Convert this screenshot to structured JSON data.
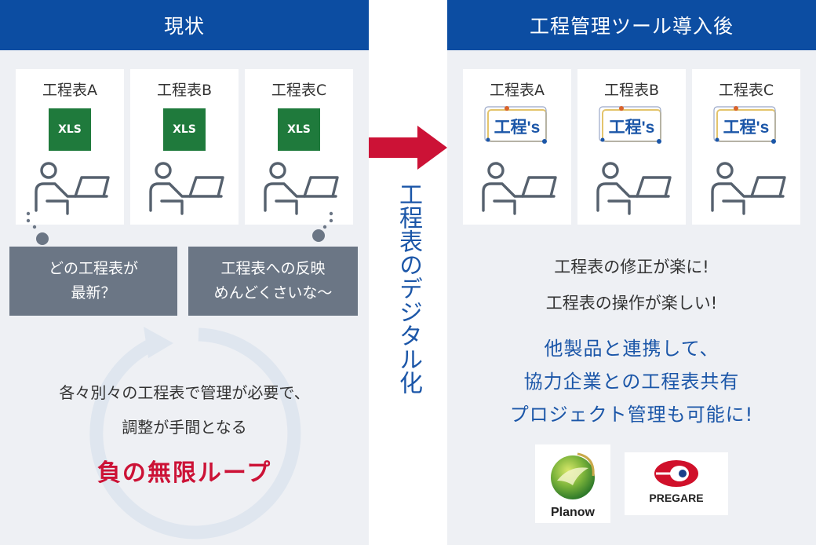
{
  "colors": {
    "header_bg": "#0c4da2",
    "arrow": "#cc1236",
    "excel_green": "#1f7a3c",
    "loop_ring": "#dfe6ef",
    "highlight_blue": "#1b56a8"
  },
  "left": {
    "title": "現状",
    "cards": [
      {
        "title": "工程表A",
        "badge": "XLS",
        "icon": "person-at-desk-icon"
      },
      {
        "title": "工程表B",
        "badge": "XLS",
        "icon": "person-at-desk-icon"
      },
      {
        "title": "工程表C",
        "badge": "XLS",
        "icon": "person-at-desk-icon"
      }
    ],
    "bubbles": [
      {
        "line1": "どの工程表が",
        "line2": "最新？"
      },
      {
        "line1": "工程表への反映",
        "line2": "めんどくさいな〜"
      }
    ],
    "loop_line1": "各々別々の工程表で管理が必要で、",
    "loop_line2": "調整が手間となる",
    "loop_highlight": "負の無限ループ",
    "loop_icon": "cycle-arrow-icon"
  },
  "center": {
    "label": "工程表のデジタル化",
    "icon": "right-arrow-icon"
  },
  "right": {
    "title": "工程管理ツール導入後",
    "cards": [
      {
        "title": "工程表A",
        "logo": "工程's",
        "icon": "person-at-desk-icon"
      },
      {
        "title": "工程表B",
        "logo": "工程's",
        "icon": "person-at-desk-icon"
      },
      {
        "title": "工程表C",
        "logo": "工程's",
        "icon": "person-at-desk-icon"
      }
    ],
    "benefit1": "工程表の修正が楽に!",
    "benefit2": "工程表の操作が楽しい!",
    "highlight1": "他製品と連携して、",
    "highlight2": "協力企業との工程表共有",
    "highlight3": "プロジェクト管理も可能に!",
    "partners": [
      {
        "name": "Planow",
        "icon": "planow-logo-icon"
      },
      {
        "name": "PREGARE",
        "icon": "pregare-logo-icon"
      }
    ]
  }
}
